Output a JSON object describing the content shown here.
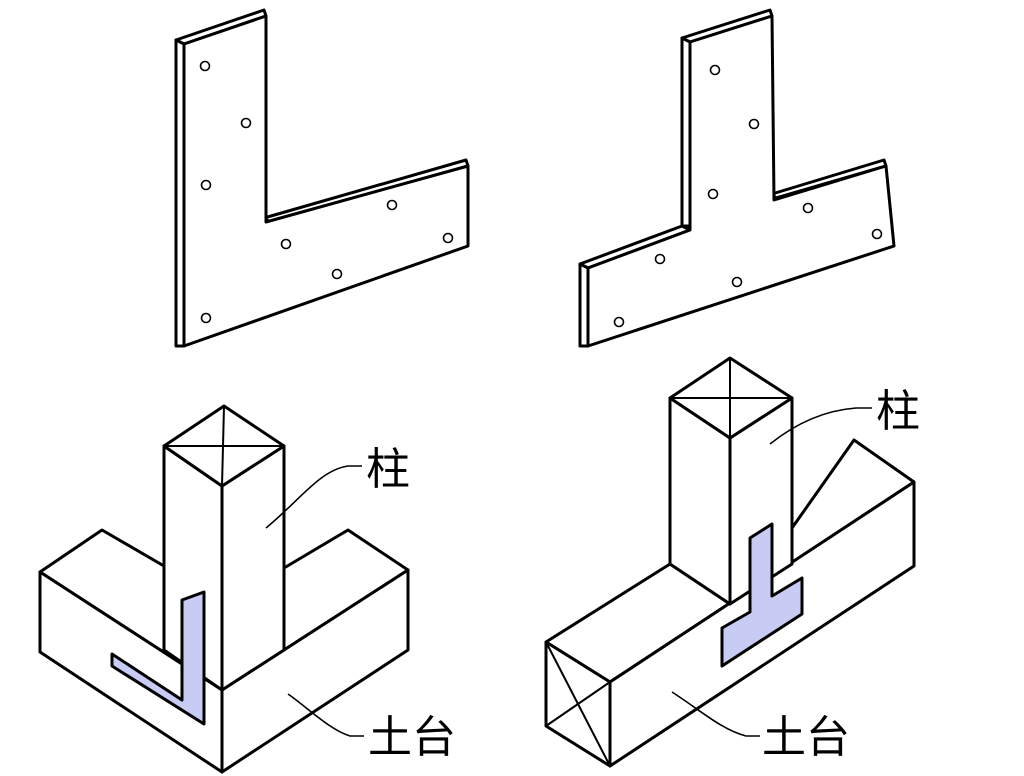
{
  "labels": {
    "pillar_left": "柱",
    "sill_left": "土台",
    "pillar_right": "柱",
    "sill_right": "土台"
  },
  "colors": {
    "plate_fill": "#c8ccf4",
    "line": "#000000",
    "background": "#ffffff"
  }
}
